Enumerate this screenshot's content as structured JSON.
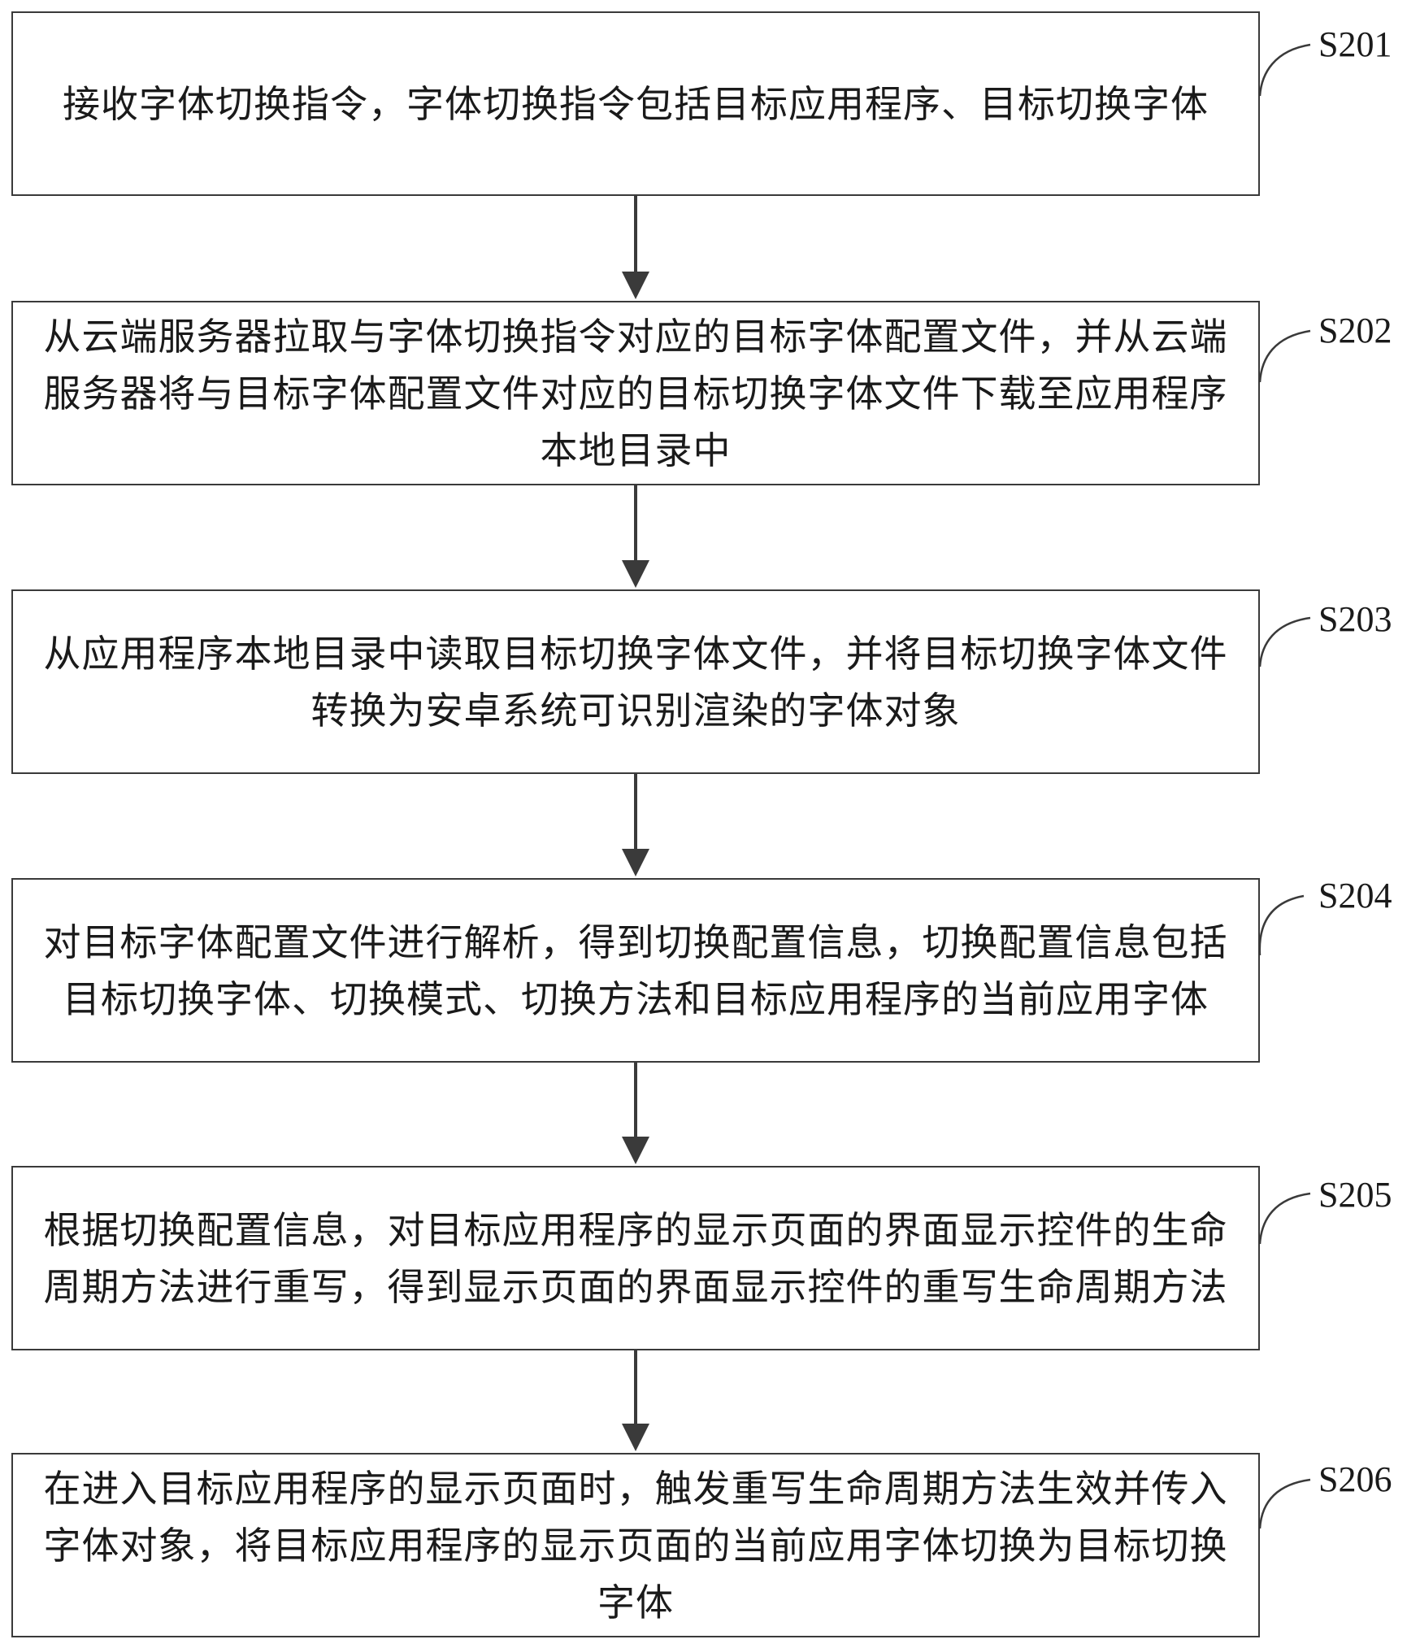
{
  "steps": [
    {
      "id": "S201",
      "text": "接收字体切换指令，字体切换指令包括目标应用程序、目标切换字体"
    },
    {
      "id": "S202",
      "text": "从云端服务器拉取与字体切换指令对应的目标字体配置文件，并从云端服务器将与目标字体配置文件对应的目标切换字体文件下载至应用程序本地目录中"
    },
    {
      "id": "S203",
      "text": "从应用程序本地目录中读取目标切换字体文件，并将目标切换字体文件转换为安卓系统可识别渲染的字体对象"
    },
    {
      "id": "S204",
      "text": "对目标字体配置文件进行解析，得到切换配置信息，切换配置信息包括目标切换字体、切换模式、切换方法和目标应用程序的当前应用字体"
    },
    {
      "id": "S205",
      "text": "根据切换配置信息，对目标应用程序的显示页面的界面显示控件的生命周期方法进行重写，得到显示页面的界面显示控件的重写生命周期方法"
    },
    {
      "id": "S206",
      "text": "在进入目标应用程序的显示页面时，触发重写生命周期方法生效并传入字体对象，将目标应用程序的显示页面的当前应用字体切换为目标切换字体"
    }
  ],
  "colors": {
    "border": "#3a3a3a",
    "arrow": "#3a3a3a",
    "text": "#1a1a1a"
  }
}
